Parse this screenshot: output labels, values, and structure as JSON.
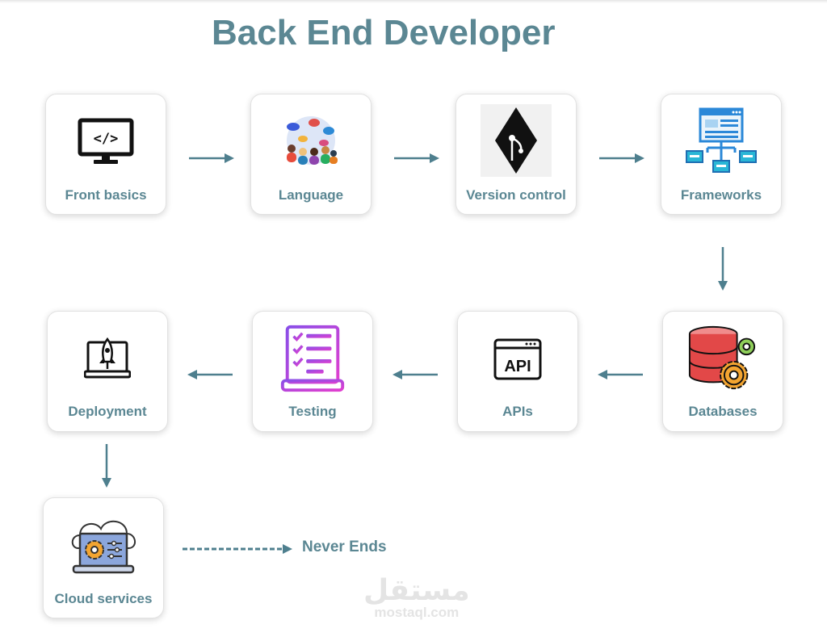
{
  "title": "Back End Developer",
  "steps": [
    {
      "label": "Front basics",
      "icon": "code-monitor-icon"
    },
    {
      "label": "Language",
      "icon": "people-languages-icon"
    },
    {
      "label": "Version control",
      "icon": "git-icon"
    },
    {
      "label": "Frameworks",
      "icon": "framework-structure-icon"
    },
    {
      "label": "Databases",
      "icon": "database-gears-icon"
    },
    {
      "label": "APIs",
      "icon": "api-window-icon"
    },
    {
      "label": "Testing",
      "icon": "checklist-laptop-icon"
    },
    {
      "label": "Deployment",
      "icon": "rocket-laptop-icon"
    },
    {
      "label": "Cloud services",
      "icon": "cloud-laptop-icon"
    }
  ],
  "ending": "Never Ends",
  "watermark": {
    "arabic": "مستقل",
    "latin": "mostaql.com"
  },
  "colors": {
    "accent": "#5b8793",
    "arrow": "#4e7f8e",
    "card_border": "#e2e2e2"
  }
}
